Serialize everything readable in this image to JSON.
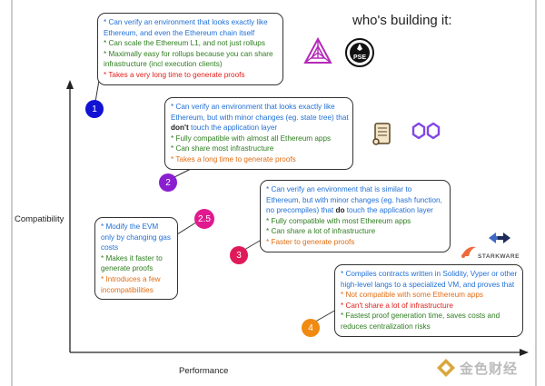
{
  "title": "who's building it:",
  "axes": {
    "y_label": "Compatibility",
    "x_label": "Performance"
  },
  "markers": [
    {
      "label": "1",
      "color": "#1212d4"
    },
    {
      "label": "2",
      "color": "#8a1fd0"
    },
    {
      "label": "2.5",
      "color": "#e01a8e"
    },
    {
      "label": "3",
      "color": "#e01a5a"
    },
    {
      "label": "4",
      "color": "#f08a12"
    }
  ],
  "callouts": {
    "c1": {
      "lines": [
        "* Can verify an environment that looks exactly like",
        "Ethereum, and even the Ethereum chain itself",
        "* Can scale the Ethereum L1, and not just rollups",
        "* Maximally easy for rollups because you can share",
        "infrastructure (incl execution clients)",
        "* Takes a very long time to generate proofs"
      ]
    },
    "c2": {
      "lines": [
        "* Can verify an environment that looks exactly like",
        "Ethereum, but with minor changes (eg. state tree) that",
        "touch the application layer",
        "* Fully compatible with almost all Ethereum apps",
        "* Can share most infrastructure",
        "* Takes a long time to generate proofs"
      ],
      "bold": "don't"
    },
    "c25": {
      "lines": [
        "* Modify the EVM",
        "only by changing gas",
        "costs",
        "* Makes it faster to",
        "generate proofs",
        "* Introduces a few",
        "incompatibilities"
      ]
    },
    "c3": {
      "lines": [
        "* Can verify an environment that is similar to",
        "Ethereum, but with minor changes (eg. hash function,",
        "no precompiles) that",
        "touch the application layer",
        "* Fully compatible with most Ethereum apps",
        "* Can share a lot of infrastructure",
        "* Faster to generate proofs"
      ],
      "bold": "do"
    },
    "c4": {
      "lines": [
        "* Compiles contracts written in Solidity, Vyper or other",
        "high-level langs to a specialized VM, and proves that",
        "* Not compatible with some Ethereum apps",
        "* Can't share a lot of infrastructure",
        "* Fastest proof generation time, saves costs and",
        "reduces centralization risks"
      ]
    }
  },
  "logos": {
    "pse": "PSE",
    "starkware": "STARKWARE"
  },
  "watermark": "金色财经"
}
